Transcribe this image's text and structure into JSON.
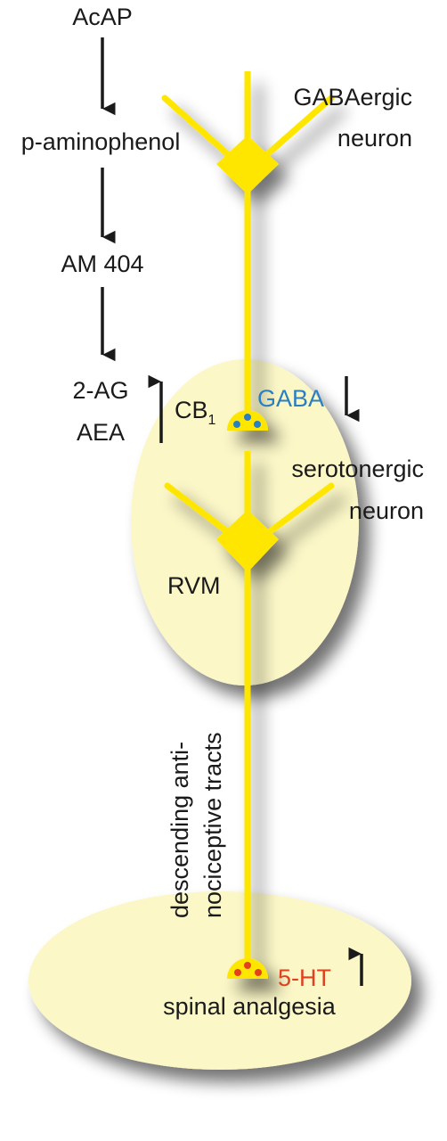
{
  "pathway": {
    "step1": "AcAP",
    "step2": "p-aminophenol",
    "step3": "AM 404",
    "endocannabinoids": [
      "2-AG",
      "AEA"
    ]
  },
  "receptor": {
    "name": "CB",
    "subscript": "1"
  },
  "gaba": {
    "label": "GABA",
    "color": "#2a7fc1"
  },
  "serotonin": {
    "label": "5-HT",
    "color": "#e2401f"
  },
  "neurons": {
    "top": [
      "GABAergic",
      "neuron"
    ],
    "middle": [
      "serotonergic",
      "neuron"
    ]
  },
  "regions": {
    "rvm": "RVM",
    "spinal": "spinal analgesia"
  },
  "tract": [
    "descending anti-",
    "nociceptive tracts"
  ],
  "colors": {
    "neuron": "#ffe600",
    "region": "#fbf7c7",
    "vesicle_gaba": "#2a7fc1",
    "vesicle_5ht": "#e2401f"
  }
}
